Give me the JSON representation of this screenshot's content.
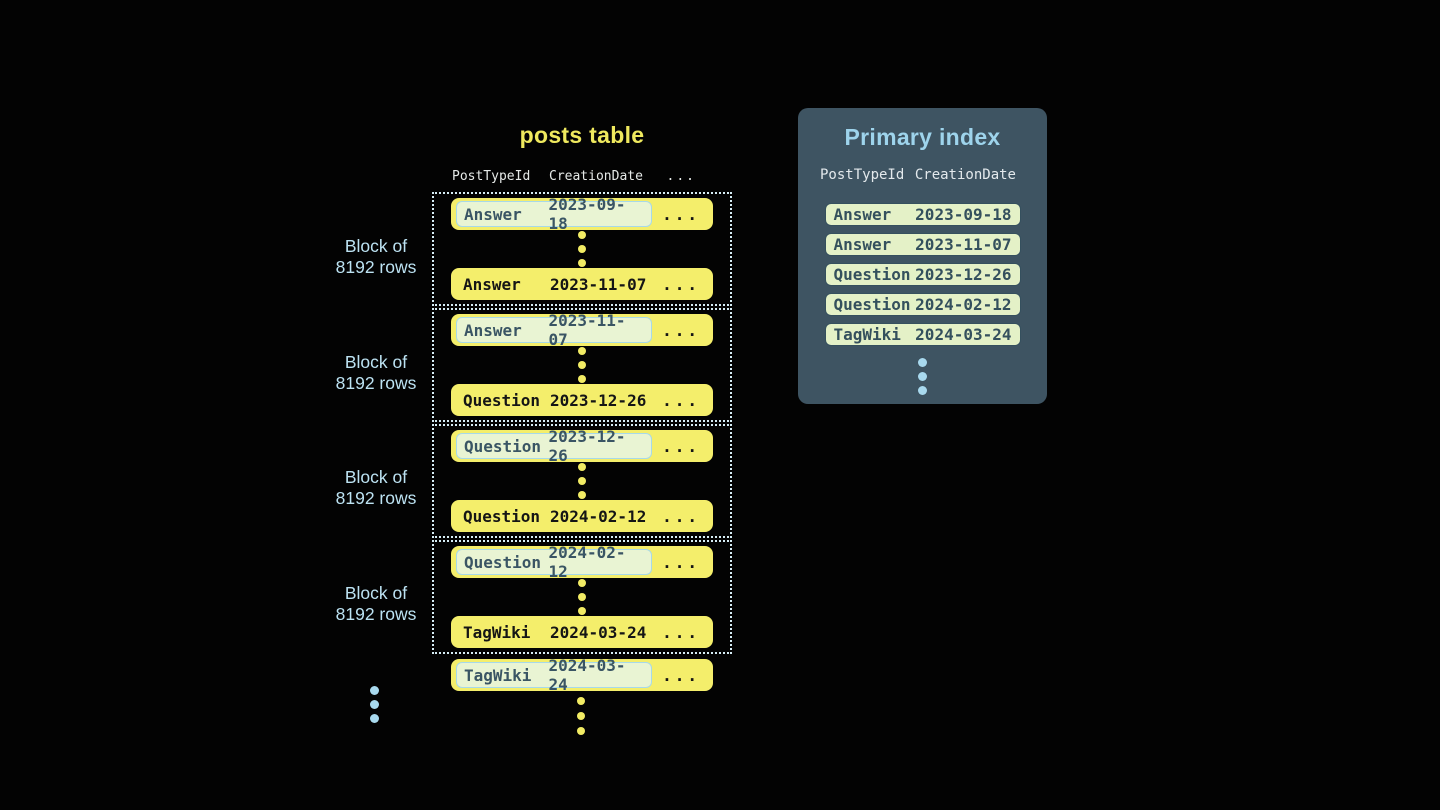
{
  "posts_table": {
    "title": "posts table",
    "columns": [
      "PostTypeId",
      "CreationDate",
      "..."
    ],
    "blocks": [
      {
        "label": [
          "Block of",
          "8192 rows"
        ],
        "first_row": {
          "type": "Answer",
          "date": "2023-09-18",
          "more": "..."
        },
        "last_row": {
          "type": "Answer",
          "date": "2023-11-07",
          "more": "..."
        }
      },
      {
        "label": [
          "Block of",
          "8192 rows"
        ],
        "first_row": {
          "type": "Answer",
          "date": "2023-11-07",
          "more": "..."
        },
        "last_row": {
          "type": "Question",
          "date": "2023-12-26",
          "more": "..."
        }
      },
      {
        "label": [
          "Block of",
          "8192 rows"
        ],
        "first_row": {
          "type": "Question",
          "date": "2023-12-26",
          "more": "..."
        },
        "last_row": {
          "type": "Question",
          "date": "2024-02-12",
          "more": "..."
        }
      },
      {
        "label": [
          "Block of",
          "8192 rows"
        ],
        "first_row": {
          "type": "Question",
          "date": "2024-02-12",
          "more": "..."
        },
        "last_row": {
          "type": "TagWiki",
          "date": "2024-03-24",
          "more": "..."
        }
      }
    ],
    "overflow_row": {
      "type": "TagWiki",
      "date": "2024-03-24",
      "more": "..."
    }
  },
  "primary_index": {
    "title": "Primary index",
    "columns": [
      "PostTypeId",
      "CreationDate"
    ],
    "rows": [
      {
        "type": "Answer",
        "date": "2023-09-18"
      },
      {
        "type": "Answer",
        "date": "2023-11-07"
      },
      {
        "type": "Question",
        "date": "2023-12-26"
      },
      {
        "type": "Question",
        "date": "2024-02-12"
      },
      {
        "type": "TagWiki",
        "date": "2024-03-24"
      }
    ]
  },
  "colors": {
    "background": "#030303",
    "row_yellow": "#f4ee6b",
    "accent_yellow": "#efe95e",
    "highlight_green": "#e9f4d3",
    "highlight_border_blue": "#a7d9e9",
    "index_pill_green": "#e4f1c7",
    "panel_slate": "#3e5462",
    "light_blue_text": "#bce2f2",
    "panel_title_blue": "#9ed4ec",
    "header_text": "#e6eae8",
    "dark_slate_text": "#3a5564",
    "dotted_border": "#d6edf5"
  }
}
